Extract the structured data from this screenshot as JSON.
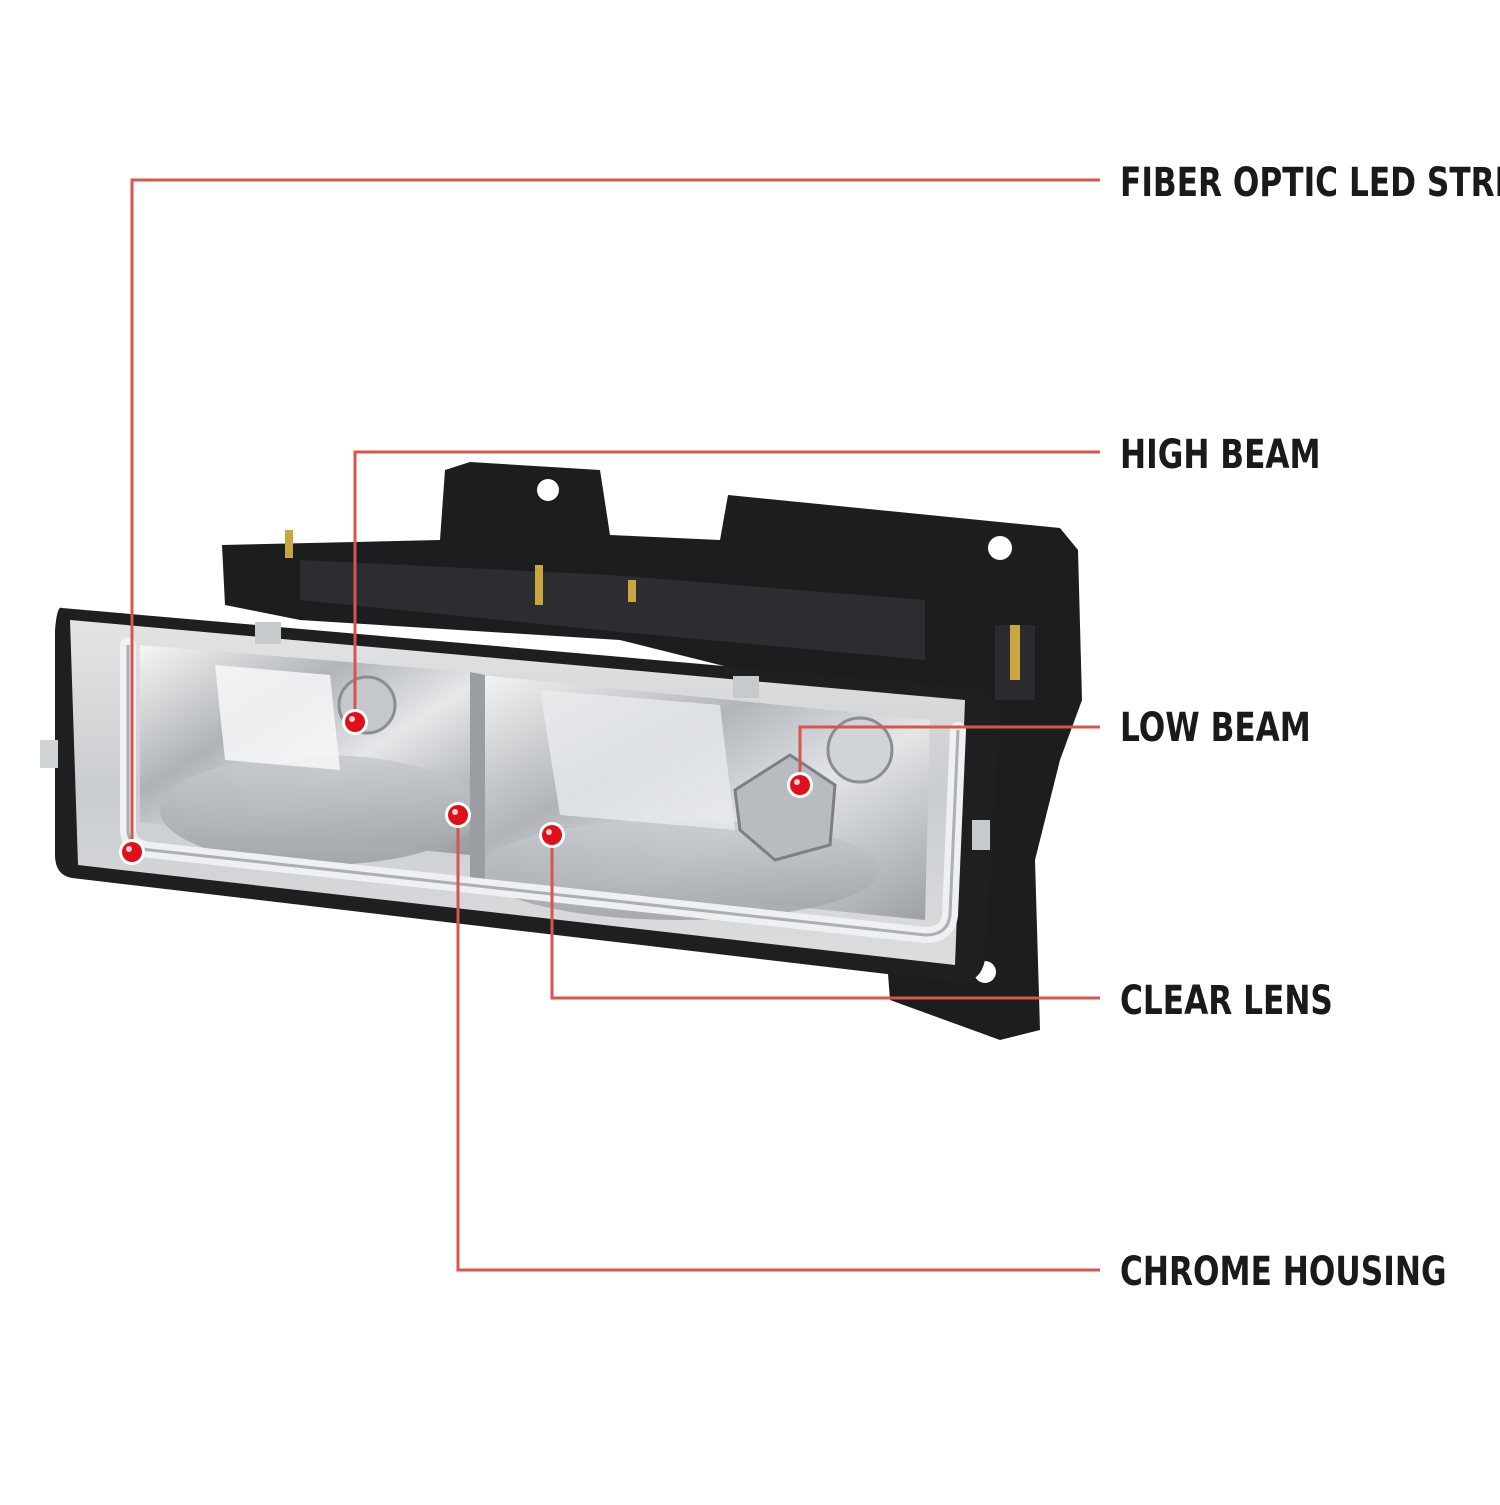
{
  "colors": {
    "leader_line": "#d9534f",
    "marker_fill": "#e0101a",
    "label_text": "#1a1a1a",
    "background": "#ffffff"
  },
  "callouts": [
    {
      "id": "fiber-optic-led-strip",
      "label": "FIBER OPTIC LED STRIP"
    },
    {
      "id": "high-beam",
      "label": "HIGH BEAM"
    },
    {
      "id": "low-beam",
      "label": "LOW BEAM"
    },
    {
      "id": "clear-lens",
      "label": "CLEAR LENS"
    },
    {
      "id": "chrome-housing",
      "label": "CHROME HOUSING"
    }
  ]
}
